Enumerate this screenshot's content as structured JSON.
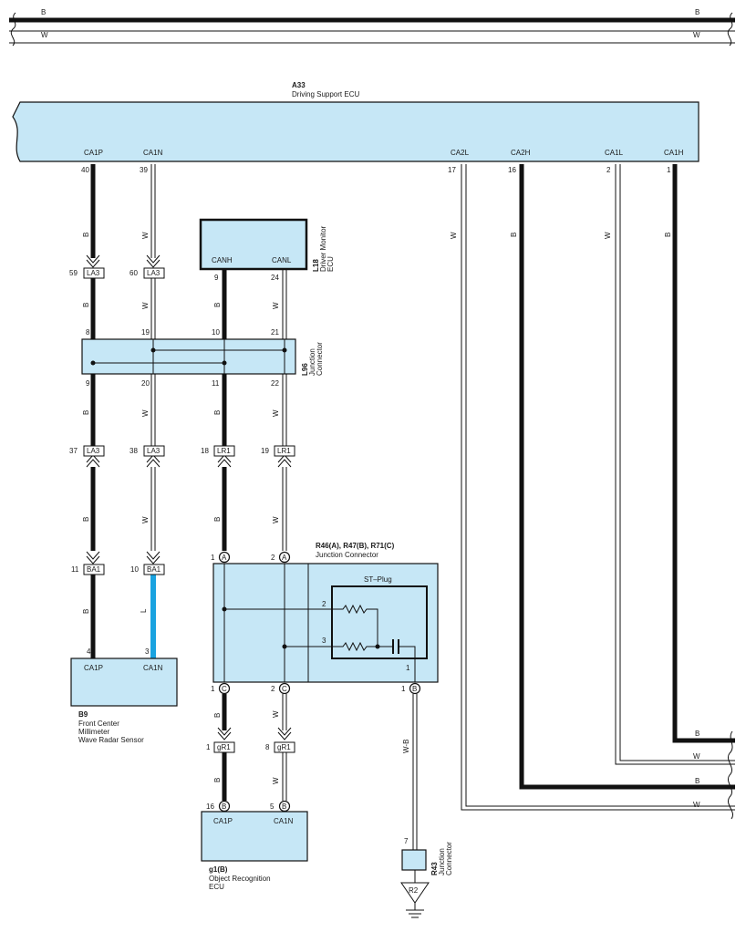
{
  "colors": {
    "ecu_fill": "#c6e7f6",
    "wire_l": "#1aa3e0",
    "wire": "#111111"
  },
  "bus": {
    "top_b": "B",
    "top_w": "W"
  },
  "a33": {
    "code": "A33",
    "name": "Driving Support ECU",
    "pins": [
      {
        "term": "CA1P",
        "num": "40"
      },
      {
        "term": "CA1N",
        "num": "39"
      },
      {
        "term": "CA2L",
        "num": "17"
      },
      {
        "term": "CA2H",
        "num": "16"
      },
      {
        "term": "CA1L",
        "num": "2"
      },
      {
        "term": "CA1H",
        "num": "1"
      }
    ]
  },
  "l18": {
    "code": "L18",
    "name1": "Driver Monitor",
    "name2": "ECU",
    "term1": "CANH",
    "term2": "CANL",
    "pin1": "9",
    "pin2": "24"
  },
  "l96": {
    "code": "L96",
    "name1": "Junction",
    "name2": "Connector",
    "top": [
      "8",
      "19",
      "10",
      "21"
    ],
    "bottom": [
      "9",
      "20",
      "11",
      "22"
    ]
  },
  "connectors": {
    "la3_a": "LA3",
    "la3_b": "LA3",
    "la3_c": "LA3",
    "la3_d": "LA3",
    "lr1_a": "LR1",
    "lr1_b": "LR1",
    "ba1_a": "BA1",
    "ba1_b": "BA1",
    "gr1_a": "gR1",
    "gr1_b": "gR1"
  },
  "pins": {
    "la3_a": "59",
    "la3_b": "60",
    "la3_c": "37",
    "la3_d": "38",
    "lr1_a": "18",
    "lr1_b": "19",
    "ba1_a": "11",
    "ba1_b": "10",
    "gr1_a": "1",
    "gr1_b": "8"
  },
  "wire_colors": {
    "c1": "B",
    "c2": "W",
    "c3": "B",
    "c4": "W",
    "c5": "B",
    "c6": "W",
    "c7": "B",
    "c8": "W",
    "c9": "L",
    "c10": "B",
    "c11": "W",
    "c12": "B",
    "c13": "W",
    "c14": "B",
    "c15": "W",
    "c16": "W",
    "c17": "B",
    "c18": "W",
    "c19": "B",
    "c20": "W-B"
  },
  "junction": {
    "title": "R46(A), R47(B), R71(C)",
    "subtitle": "Junction Connector",
    "st_plug": "ST–Plug",
    "pin_a1": "1",
    "pin_a2": "2",
    "letter_a": "A",
    "pin_c1": "1",
    "pin_c2": "2",
    "letter_c": "C",
    "pin_b1": "1",
    "letter_b": "B",
    "inner_2": "2",
    "inner_3": "3",
    "inner_1": "1"
  },
  "b9": {
    "code": "B9",
    "line1": "Front Center",
    "line2": "Millimeter",
    "line3": "Wave Radar Sensor",
    "term1": "CA1P",
    "term2": "CA1N",
    "pin1": "4",
    "pin2": "3"
  },
  "g1": {
    "code": "g1(B)",
    "line1": "Object Recognition",
    "line2": "ECU",
    "term1": "CA1P",
    "term2": "CA1N",
    "pin1": "16",
    "pin2": "5",
    "letter": "B"
  },
  "r43": {
    "code": "R43",
    "name1": "Junction",
    "name2": "Connector",
    "pin": "7",
    "ground": "R2"
  },
  "right_bus": {
    "b1": "B",
    "w1": "W",
    "b2": "B",
    "w2": "W"
  }
}
